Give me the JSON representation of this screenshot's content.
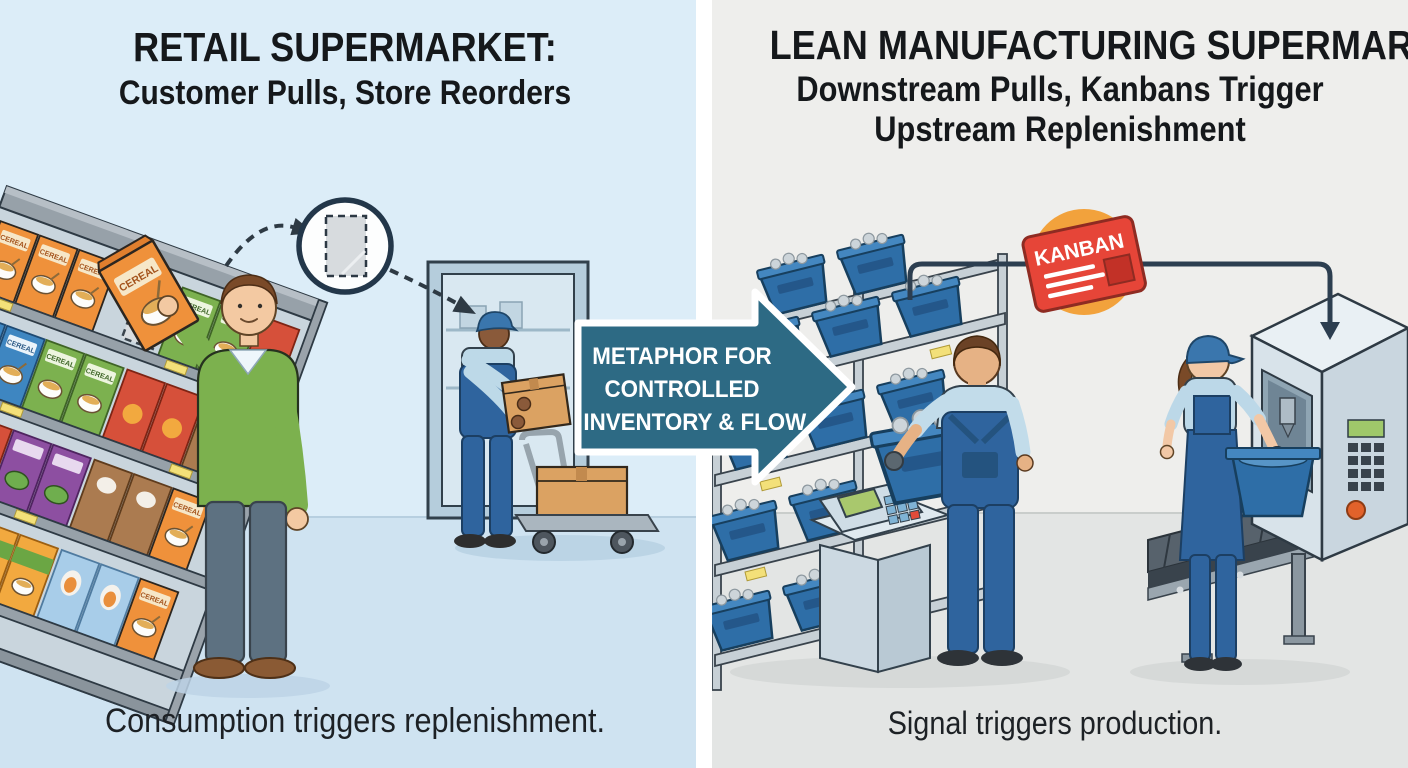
{
  "panels": {
    "left": {
      "title_line1": "RETAIL SUPERMARKET:",
      "title_line2": "Customer Pulls, Store Reorders",
      "caption": "Consumption triggers replenishment.",
      "cereal_label": "CEREAL",
      "background": "#dcedf8",
      "floor": "#cfe3f1"
    },
    "right": {
      "title_line1": "LEAN MANUFACTURING SUPERMARKET:",
      "title_line2": "Downstream Pulls, Kanbans Trigger",
      "title_line3": "Upstream Replenishment",
      "caption": "Signal triggers production.",
      "kanban_label": "KANBAN",
      "background": "#eeeeec",
      "floor": "#e3e5e4"
    }
  },
  "center_arrow": {
    "line1": "METAPHOR FOR",
    "line2": "CONTROLLED",
    "line3": "INVENTORY & FLOW",
    "fill": "#2d6a84"
  },
  "palette": {
    "kanban-red": "#e64538",
    "kanban-orange": "#f2a23c",
    "bin-blue": "#2e6ea7",
    "overall-blue": "#2f649e",
    "connector-navy": "#2c3e50",
    "sweater-green": "#7cb14e",
    "arrow-teal": "#2d6a84",
    "title-text": "#15181b"
  }
}
